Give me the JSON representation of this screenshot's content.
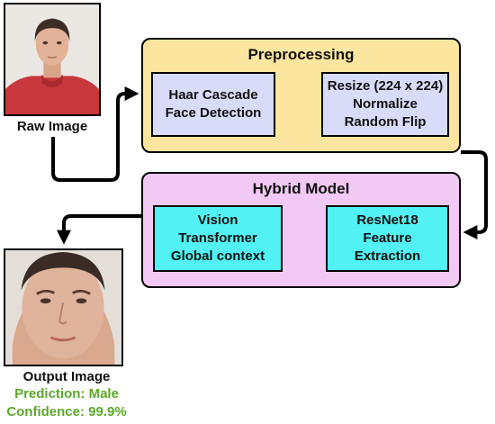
{
  "colors": {
    "preprocessing_panel": "#fbe59f",
    "hybrid_panel": "#f1c9f4",
    "preprocessing_boxes": "#d9dcf8",
    "model_boxes": "#52f2f4",
    "prediction_text": "#5ba829",
    "arrow": "#000000"
  },
  "raw_image": {
    "icon": "portrait-photo-icon",
    "caption": "Raw Image"
  },
  "preprocessing": {
    "title": "Preprocessing",
    "haar": {
      "line1": "Haar Cascade",
      "line2": "Face Detection"
    },
    "resize": {
      "line1": "Resize (224 x 224)",
      "line2": "Normalize",
      "line3": "Random Flip"
    }
  },
  "hybrid": {
    "title": "Hybrid Model",
    "resnet": {
      "line1": "ResNet18",
      "line2": "Feature",
      "line3": "Extraction"
    },
    "vit": {
      "line1": "Vision",
      "line2": "Transformer",
      "line3": "Global context"
    }
  },
  "output": {
    "icon": "face-crop-photo-icon",
    "caption": "Output Image",
    "prediction": "Prediction: Male",
    "confidence": "Confidence: 99.9%"
  }
}
